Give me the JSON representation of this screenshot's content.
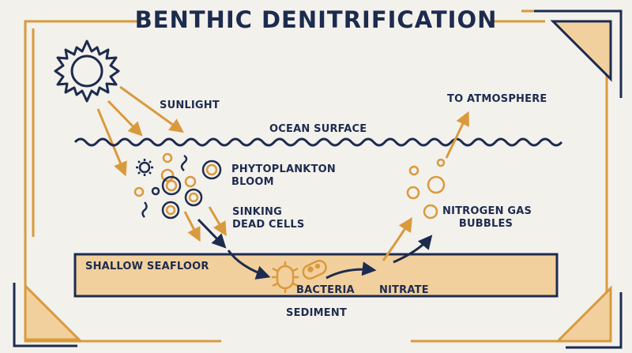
{
  "title": "BENTHIC DENITRIFICATION",
  "labels": {
    "sunlight": "SUNLIGHT",
    "ocean_surface": "OCEAN SURFACE",
    "phytoplankton": [
      "PHYTOPLANKTON",
      "BLOOM"
    ],
    "sinking": [
      "SINKING",
      "DEAD CELLS"
    ],
    "seafloor": "SHALLOW SEAFLOOR",
    "bacteria": "BACTERIA",
    "nitrate": "NITRATE",
    "sediment": "SEDIMENT",
    "nitrogen_gas": [
      "NITROGEN GAS",
      "BUBBLES"
    ],
    "atmosphere": "TO ATMOSPHERE"
  },
  "colors": {
    "navy": "#1d2b4f",
    "orange": "#d99a3d",
    "sediment_fill": "#f2d09d",
    "background": "#f3f1ec"
  },
  "icons": [
    "sun-icon",
    "plankton-cell-icon",
    "gear-cell-icon",
    "bacteria-icon",
    "bubble-icon",
    "wave-icon"
  ]
}
